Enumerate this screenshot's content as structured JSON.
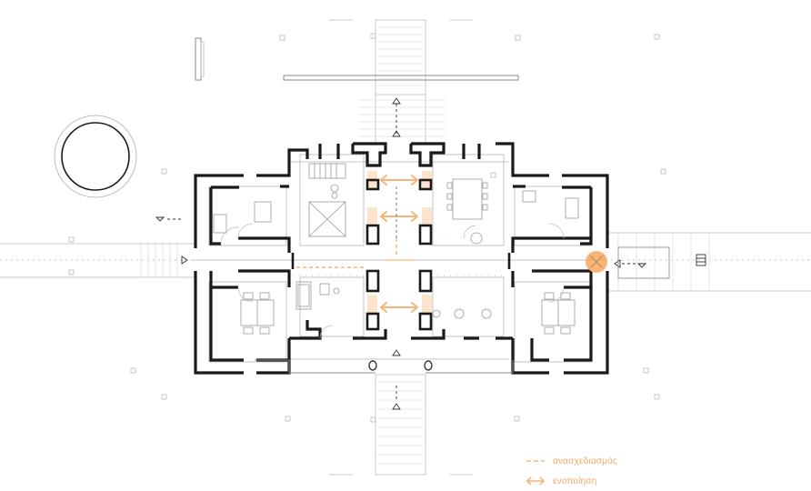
{
  "diagram": {
    "colors": {
      "wall": "#1a1a1a",
      "thin_line": "#9a9a9a",
      "light_line": "#c8c8c8",
      "accent_orange": "#f5b47a",
      "accent_fill": "#fbe3cc",
      "highlight_circle": "#f4a862"
    }
  },
  "legend": {
    "items": [
      {
        "symbol": "dashed-line",
        "label": "ανασχεδιασμός"
      },
      {
        "symbol": "double-arrow",
        "label": "ενοποίηση"
      }
    ]
  }
}
